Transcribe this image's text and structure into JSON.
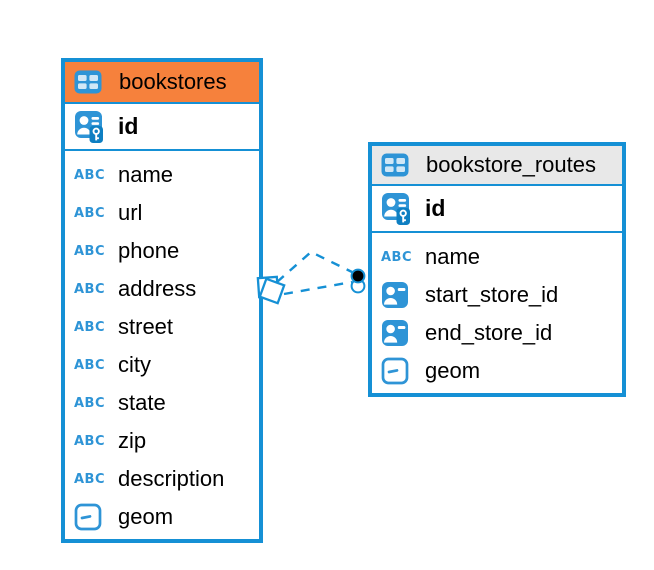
{
  "diagram": {
    "colors": {
      "accent": "#1590D5",
      "icon_blue": "#2E94D6",
      "bookstores_header": "#F6813C",
      "bookstore_routes_header": "#E8E8E8",
      "text": "#000000",
      "canvas_bg": "#FFFFFF",
      "relationship_line": "#1590D5",
      "dot_marker": "#000000"
    },
    "tables": [
      {
        "id": "bookstores",
        "title": "bookstores",
        "header_color": "#F6813C",
        "title_icon": "table-icon",
        "columns": [
          {
            "name": "id",
            "icon": "primary-key-icon",
            "primary": true
          },
          {
            "name": "name",
            "icon": "text-icon"
          },
          {
            "name": "url",
            "icon": "text-icon"
          },
          {
            "name": "phone",
            "icon": "text-icon"
          },
          {
            "name": "address",
            "icon": "text-icon"
          },
          {
            "name": "street",
            "icon": "text-icon"
          },
          {
            "name": "city",
            "icon": "text-icon"
          },
          {
            "name": "state",
            "icon": "text-icon"
          },
          {
            "name": "zip",
            "icon": "text-icon"
          },
          {
            "name": "description",
            "icon": "text-icon"
          },
          {
            "name": "geom",
            "icon": "geometry-icon"
          }
        ]
      },
      {
        "id": "bookstore_routes",
        "title": "bookstore_routes",
        "header_color": "#E8E8E8",
        "title_icon": "table-icon",
        "columns": [
          {
            "name": "id",
            "icon": "primary-key-icon",
            "primary": true
          },
          {
            "name": "name",
            "icon": "text-icon"
          },
          {
            "name": "start_store_id",
            "icon": "reference-icon"
          },
          {
            "name": "end_store_id",
            "icon": "reference-icon"
          },
          {
            "name": "geom",
            "icon": "geometry-icon"
          }
        ]
      }
    ],
    "relationship": {
      "from_table": "bookstores",
      "to_table": "bookstore_routes",
      "line_style": "dashed",
      "line_count": 2,
      "source_marker": "diamond",
      "target_marker": "filled-dot"
    }
  }
}
